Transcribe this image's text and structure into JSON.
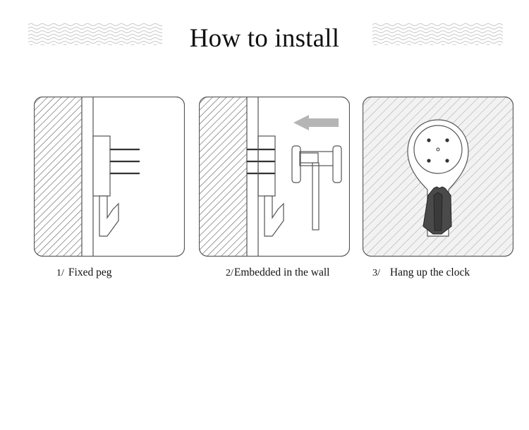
{
  "title": "How to install",
  "steps": [
    {
      "number": "1/",
      "label": "Fixed peg"
    },
    {
      "number": "2/",
      "label": "Embedded in the wall"
    },
    {
      "number": "3/",
      "label": "Hang up the clock"
    }
  ],
  "colors": {
    "outline": "#555555",
    "hatch": "#666666",
    "arrow": "#b5b5b5",
    "clock_back": "#4a4a4a",
    "wall_bg": "#f2f2f2",
    "wave": "#c8c8c8"
  }
}
